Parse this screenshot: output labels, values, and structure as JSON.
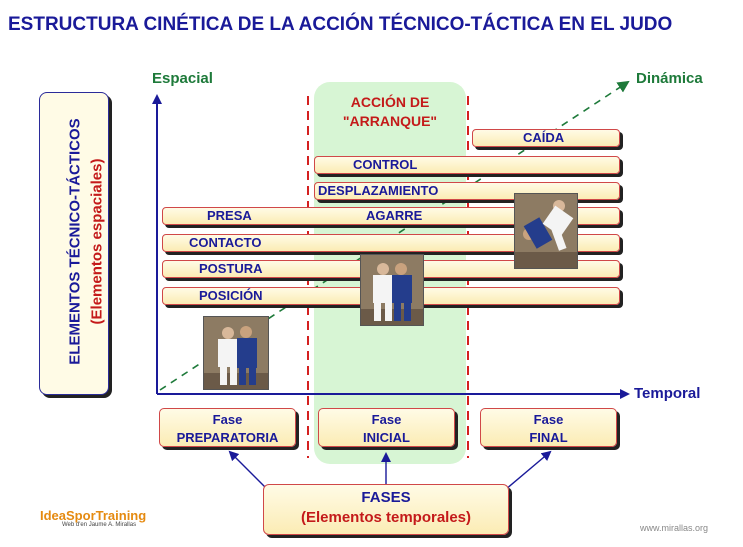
{
  "title": "ESTRUCTURA CINÉTICA DE LA ACCIÓN TÉCNICO-TÁCTICA EN EL JUDO",
  "axes": {
    "y_label": "Espacial",
    "x_label": "Temporal",
    "diagonal_label": "Dinámica"
  },
  "vertical_box": {
    "line1": "ELEMENTOS TÉCNICO-TÁCTICOS",
    "line2": "(Elementos espaciales)"
  },
  "accion": {
    "line1": "ACCIÓN DE",
    "line2": "\"ARRANQUE\""
  },
  "elements": {
    "caida": "CAÍDA",
    "control": "CONTROL",
    "desplazamiento": "DESPLAZAMIENTO",
    "presa": "PRESA",
    "agarre": "AGARRE",
    "contacto": "CONTACTO",
    "postura": "POSTURA",
    "posicion": "POSICIÓN"
  },
  "phases": [
    {
      "line1": "Fase",
      "line2": "PREPARATORIA"
    },
    {
      "line1": "Fase",
      "line2": "INICIAL"
    },
    {
      "line1": "Fase",
      "line2": "FINAL"
    }
  ],
  "fases": {
    "line1": "FASES",
    "line2": "(Elementos temporales)"
  },
  "logo": {
    "name": "IdeaSporTraining",
    "sub": "Web d'en Jaume A. Mirallas"
  },
  "site": "www.mirallas.org",
  "colors": {
    "title": "#1a1a99",
    "axis": "#1a1a99",
    "green": "#1e7a3a",
    "red": "#c41a1a",
    "panel": "#d7f5d4"
  }
}
